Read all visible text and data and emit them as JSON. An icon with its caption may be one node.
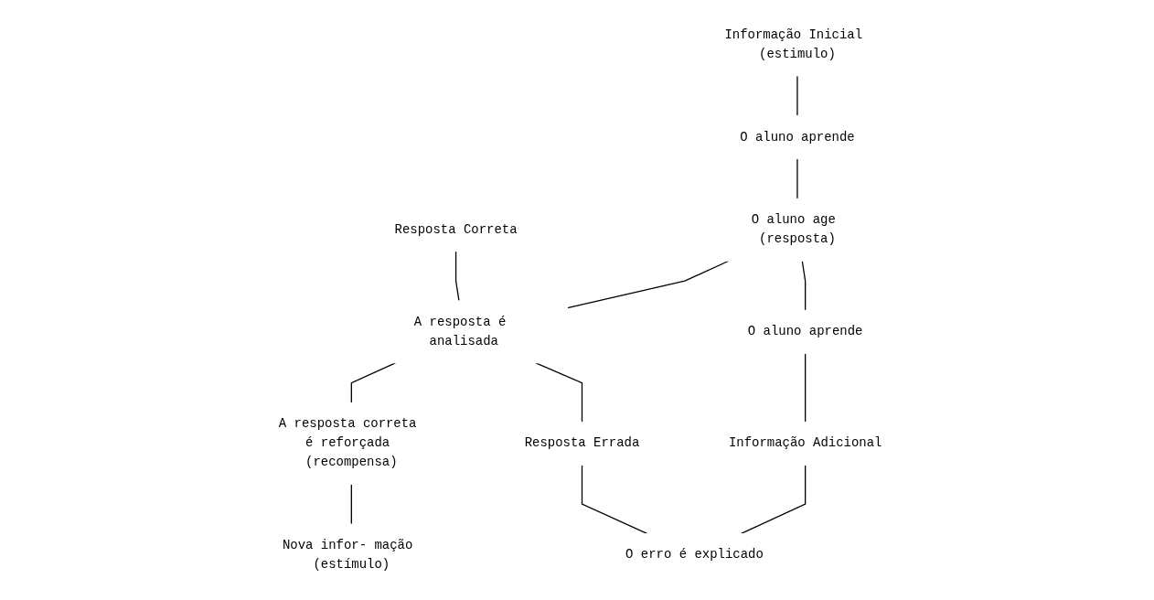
{
  "diagram": {
    "nodes": [
      {
        "text": [
          "Informação Inicial (estimulo)"
        ]
      },
      {
        "text": [
          "O aluno aprende"
        ]
      },
      {
        "text": [
          "O aluno age (resposta)"
        ]
      },
      {
        "text": [
          "A resposta é analisada"
        ]
      },
      {
        "text": [
          "Resposta Correta"
        ]
      },
      {
        "text": [
          "A resposta correta é reforçada (recompensa)"
        ]
      },
      {
        "text": [
          "Nova infor- mação (estímulo)"
        ]
      },
      {
        "text": [
          "Resposta Errada"
        ]
      },
      {
        "text": [
          "O aluno aprende"
        ]
      },
      {
        "text": [
          "Informação Adicional"
        ]
      },
      {
        "text": [
          "O erro é explicado"
        ]
      }
    ],
    "edges": [
      {
        "from": 0,
        "to": 1,
        "arrow": "none"
      },
      {
        "from": 1,
        "to": 2,
        "arrow": "none"
      },
      {
        "from": 4,
        "to": 3,
        "arrow": "none"
      },
      {
        "from": 2,
        "to": 3,
        "arrow": "none"
      },
      {
        "from": 3,
        "to": 5,
        "arrow": "none"
      },
      {
        "from": 5,
        "to": 6,
        "arrow": "none"
      },
      {
        "from": 2,
        "to": 8,
        "arrow": "none"
      },
      {
        "from": 3,
        "to": 7,
        "arrow": "none"
      },
      {
        "from": 7,
        "to": 10,
        "arrow": "none"
      },
      {
        "from": 8,
        "to": 9,
        "arrow": "none"
      },
      {
        "from": 9,
        "to": 10,
        "arrow": "none"
      }
    ]
  }
}
